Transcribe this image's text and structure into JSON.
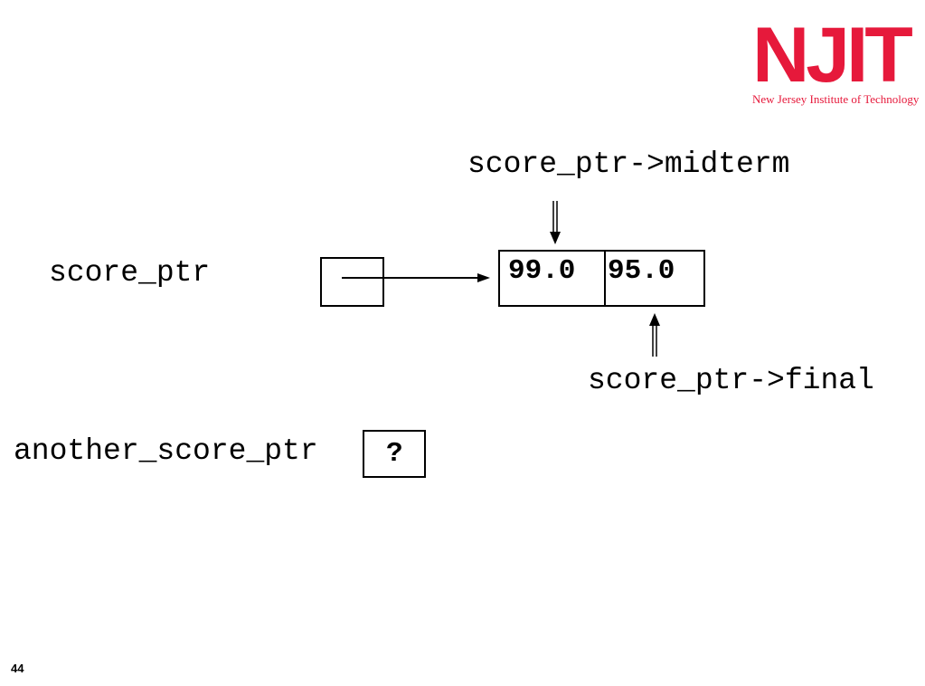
{
  "logo": {
    "word": "NJIT",
    "subtitle": "New Jersey Institute of Technology",
    "color": "#e6193b"
  },
  "labels": {
    "score_ptr": "score_ptr",
    "midterm_expr": "score_ptr->midterm",
    "final_expr": "score_ptr->final",
    "another_score_ptr": "another_score_ptr"
  },
  "struct_values": {
    "midterm": "99.0",
    "final": "95.0"
  },
  "another_value": "?",
  "page_number": "44"
}
